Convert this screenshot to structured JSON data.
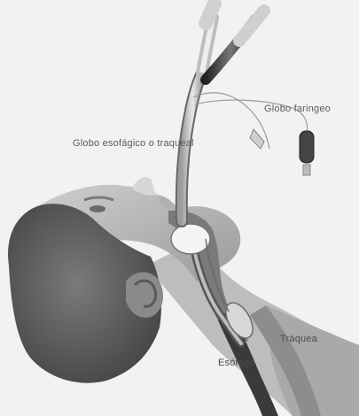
{
  "labels": {
    "pharyngeal_cuff": "Globo faringeo",
    "esophageal_tracheal_cuff": "Globo esofágico o traqueal",
    "trachea": "Tráquea",
    "esophagus": "Esófago"
  }
}
